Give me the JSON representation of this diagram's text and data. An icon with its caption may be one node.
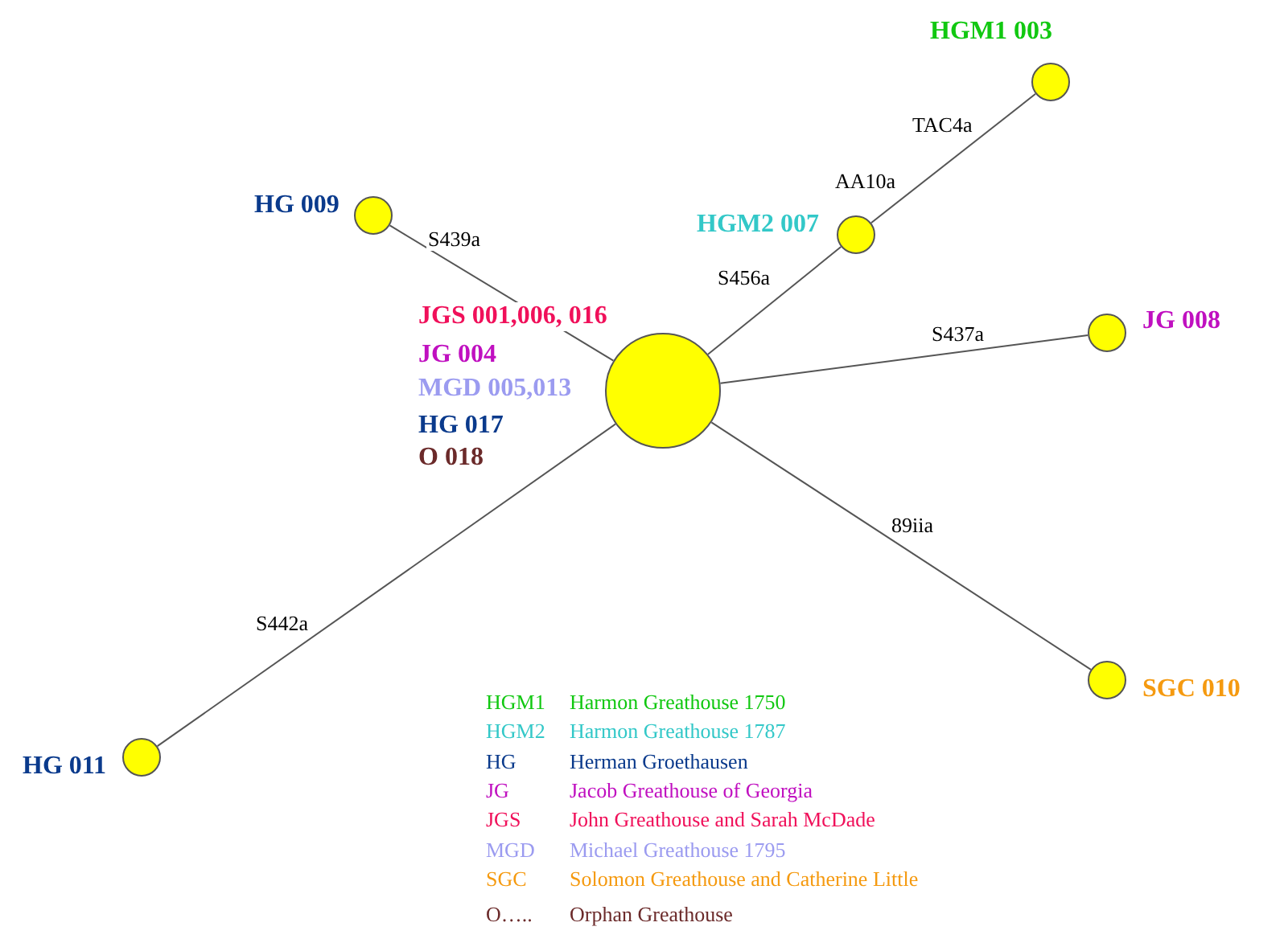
{
  "diagram": {
    "nodes": [
      {
        "text": [
          "HGM1 003"
        ]
      },
      {
        "text": [
          "HG 009"
        ]
      },
      {
        "text": [
          "HGM2 007"
        ]
      },
      {
        "text": [
          "JGS 001,006, 016",
          "JG 004",
          "MGD 005,013",
          "HG 017",
          "O  018"
        ]
      },
      {
        "text": [
          "JG 008"
        ]
      },
      {
        "text": [
          "SGC 010"
        ]
      },
      {
        "text": [
          "HG 011"
        ]
      }
    ],
    "edges": [
      {
        "from": 3,
        "to": 1,
        "arrow": "none",
        "label": "S439a"
      },
      {
        "from": 3,
        "to": 2,
        "arrow": "none",
        "label": "S456a"
      },
      {
        "from": 2,
        "to": 0,
        "arrow": "none",
        "label": "AA10a"
      },
      {
        "from": 3,
        "to": 4,
        "arrow": "none",
        "label": "S437a"
      },
      {
        "from": 3,
        "to": 5,
        "arrow": "none",
        "label": "89iia"
      },
      {
        "from": 3,
        "to": 6,
        "arrow": "none",
        "label": "S442a"
      }
    ],
    "labels": [
      "TAC4a"
    ],
    "legend": [
      {
        "text": "HGM1 Harmon Greathouse 1750",
        "color": "#11c811"
      },
      {
        "text": "HGM2 Harmon Greathouse 1787",
        "color": "#33c8c8"
      },
      {
        "text": "HG Herman Groethausen",
        "color": "#0a3a8c"
      },
      {
        "text": "JG Jacob Greathouse of Georgia",
        "color": "#c010c0"
      },
      {
        "text": "JGS John Greathouse and Sarah McDade",
        "color": "#f0105a"
      },
      {
        "text": "MGD Michael Greathouse 1795",
        "color": "#9b9bf0"
      },
      {
        "text": "SGC Solomon Greathouse and Catherine Little",
        "color": "#f59a10"
      },
      {
        "text": "O….. Orphan Greathouse",
        "color": "#6b2a2a"
      }
    ]
  }
}
